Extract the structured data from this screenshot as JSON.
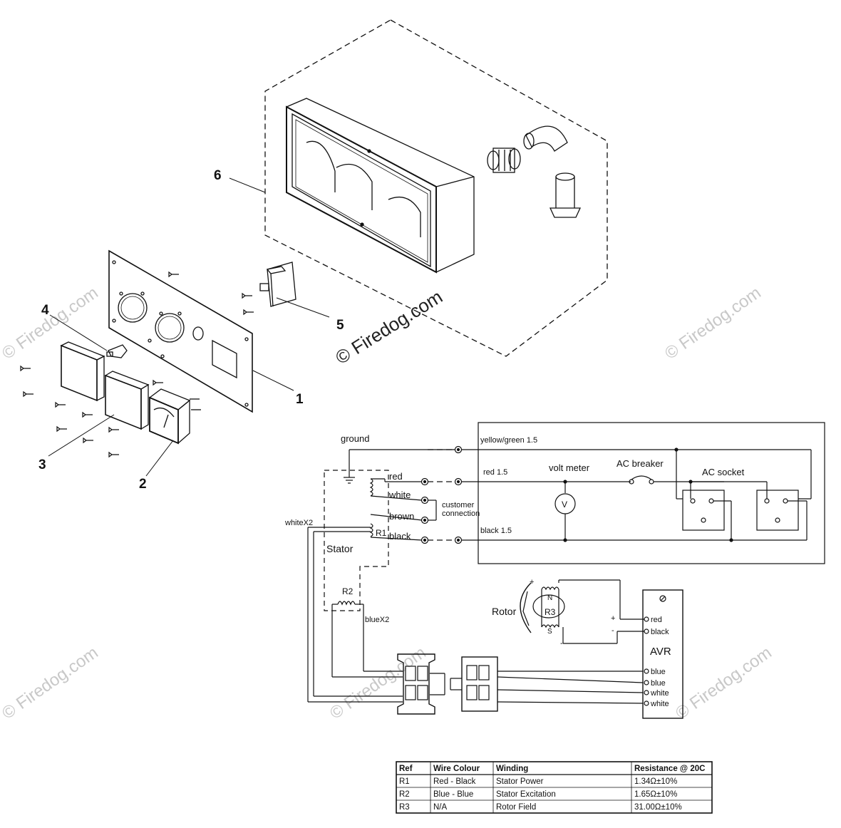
{
  "watermarks": {
    "center": "© Firedog.com",
    "repeat": "© Firedog.com"
  },
  "callouts": [
    "1",
    "2",
    "3",
    "4",
    "5",
    "6"
  ],
  "wiring": {
    "ground": "ground",
    "yellow_green": "yellow/green 1.5",
    "red_out": "red 1.5",
    "black_out": "black 1.5",
    "volt_meter": "volt meter",
    "meter_symbol": "V",
    "ac_breaker": "AC breaker",
    "ac_socket": "AC socket",
    "red": "red",
    "white": "white",
    "brown": "brown",
    "black": "black",
    "customer": "customer",
    "connection": "connection",
    "whiteX2": "whiteX2",
    "r1": "R1",
    "stator": "Stator",
    "r2": "R2",
    "blueX2": "blueX2",
    "rotor": "Rotor",
    "r3": "R3",
    "pole_n": "N",
    "pole_s": "S",
    "plus": "+",
    "minus": "-",
    "avr": "AVR",
    "avr_terminals": [
      "red",
      "black",
      "blue",
      "blue",
      "white",
      "white"
    ]
  },
  "resistance_table": {
    "headers": [
      "Ref",
      "Wire Colour",
      "Winding",
      "Resistance @ 20C"
    ],
    "rows": [
      [
        "R1",
        "Red - Black",
        "Stator Power",
        "1.34Ω±10%"
      ],
      [
        "R2",
        "Blue - Blue",
        "Stator Excitation",
        "1.65Ω±10%"
      ],
      [
        "R3",
        "N/A",
        "Rotor Field",
        "31.00Ω±10%"
      ]
    ]
  }
}
